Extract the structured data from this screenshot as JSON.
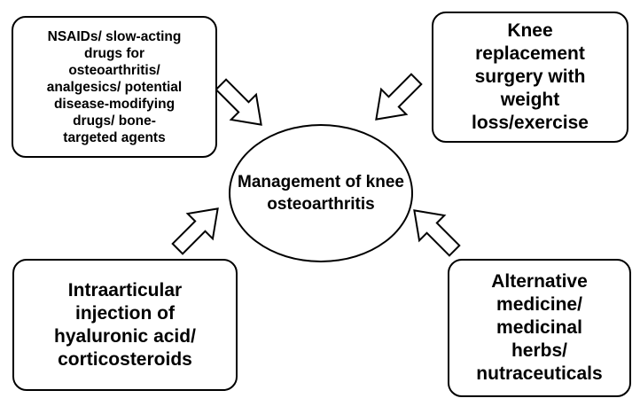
{
  "center": {
    "lines": [
      "Management",
      "of knee",
      "osteoarthritis"
    ]
  },
  "boxes": {
    "top_left": {
      "lines": [
        "NSAIDs/ slow-acting",
        "drugs for",
        "osteoarthritis/",
        "analgesics/ potential",
        "disease-modifying",
        "drugs/ bone-",
        "targeted agents"
      ]
    },
    "top_right": {
      "lines": [
        "Knee",
        "replacement",
        "surgery with",
        "weight",
        "loss/exercise"
      ]
    },
    "bottom_left": {
      "lines": [
        "Intraarticular",
        "injection of",
        "hyaluronic acid/",
        "corticosteroids"
      ]
    },
    "bottom_right": {
      "lines": [
        "Alternative",
        "medicine/",
        "medicinal",
        "herbs/",
        "nutraceuticals"
      ]
    }
  },
  "colors": {
    "stroke": "#000000",
    "fill": "#ffffff"
  }
}
